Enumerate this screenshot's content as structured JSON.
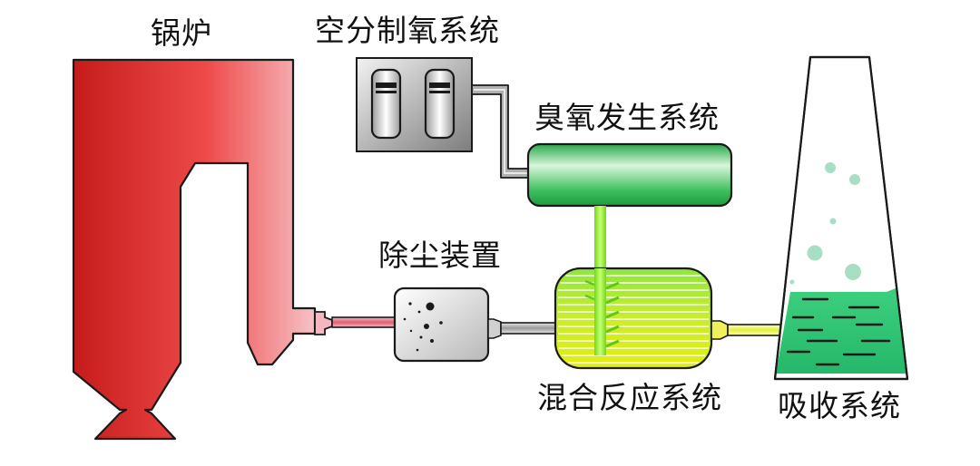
{
  "labels": {
    "boiler": "锅炉",
    "air_separation": "空分制氧系统",
    "ozone_generator": "臭氧发生系统",
    "dust_removal": "除尘装置",
    "mixing_reaction": "混合反应系统",
    "absorption": "吸收系统"
  },
  "colors": {
    "boiler_dark": "#c81e1e",
    "boiler_light": "#f5b8bc",
    "flue_pipe": "#e8707f",
    "ozone_green": "#22c55e",
    "injection_green": "#7ee01e",
    "reactor_yellow": "#d9ec16",
    "absorber_liquid": "#2ecb7a",
    "grey_pipe": "#8c8c8c"
  }
}
